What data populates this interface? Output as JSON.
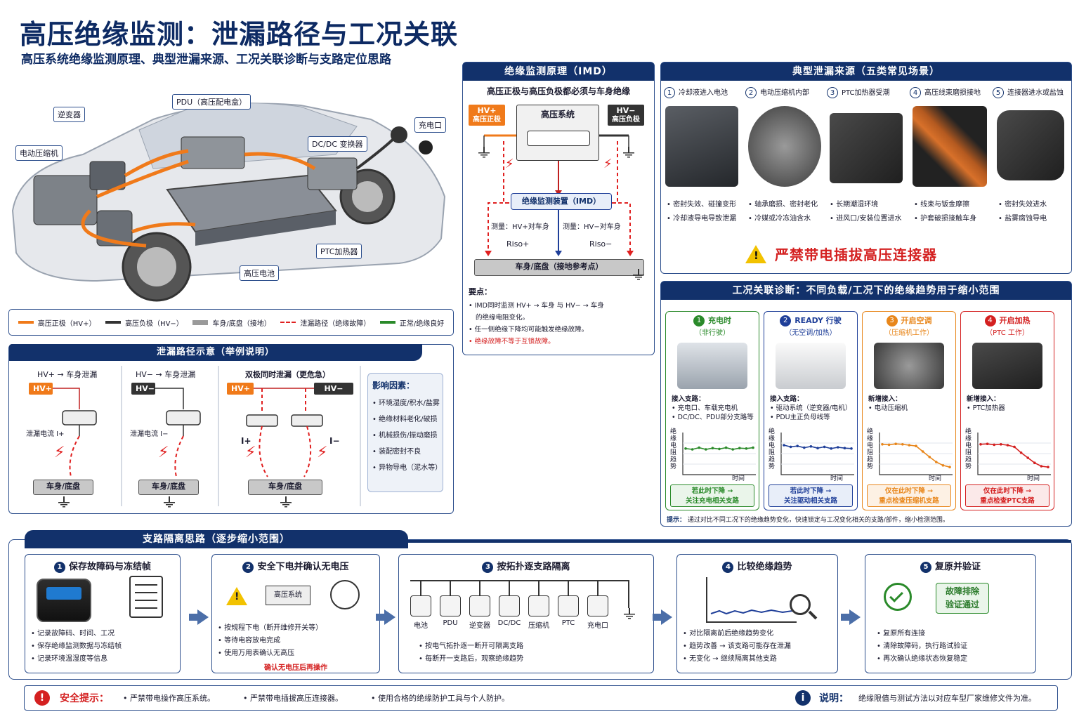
{
  "header": {
    "title": "高压绝缘监测：泄漏路径与工况关联",
    "subtitle": "高压系统绝缘监测原理、典型泄漏来源、工况关联诊断与支路定位思路"
  },
  "car": {
    "labels": {
      "pdu": "PDU（高压配电盒）",
      "inverter": "逆变器",
      "compressor": "电动压缩机",
      "dcdc": "DC/DC 变换器",
      "charge_port": "充电口",
      "ptc": "PTC加热器",
      "battery": "高压电池"
    }
  },
  "legend": [
    {
      "label": "高压正极（HV+）",
      "color": "#f07a1a"
    },
    {
      "label": "高压负极（HV−）",
      "color": "#333333"
    },
    {
      "label": "车身/底盘（接地）",
      "color": "#9a9a9a"
    },
    {
      "label": "泄漏路径（绝缘故障）",
      "color": "#e02020"
    },
    {
      "label": "正常/绝缘良好",
      "color": "#2a8a2a"
    }
  ],
  "imd": {
    "title": "绝缘监测原理（IMD）",
    "caption": "高压正极与高压负极都必须与车身绝缘",
    "hv_plus": "HV+",
    "hv_plus_sub": "高压正极",
    "hv_minus": "HV−",
    "hv_minus_sub": "高压负极",
    "system": "高压系统",
    "device": "绝缘监测装置（IMD）",
    "measure_left": "测量：HV+对车身",
    "measure_right": "测量：HV−对车身",
    "riso_plus": "Riso+",
    "riso_minus": "Riso−",
    "chassis": "车身/底盘（接地参考点）",
    "points_title": "要点：",
    "points": [
      "IMD同时监测 HV+ → 车身 与 HV− → 车身",
      "的绝缘电阻变化。",
      "任一侧绝缘下降均可能触发绝缘故障。",
      "绝缘故障不等于互锁故障。"
    ]
  },
  "sources": {
    "title": "典型泄漏来源（五类常见场景）",
    "items": [
      {
        "num": "1",
        "name": "冷却液进入电池",
        "b1": "密封失效、碰撞变形",
        "b2": "冷却液导电导致泄漏"
      },
      {
        "num": "2",
        "name": "电动压缩机内部",
        "b1": "轴承磨损、密封老化",
        "b2": "冷媒或冷冻油含水"
      },
      {
        "num": "3",
        "name": "PTC加热器受潮",
        "b1": "长期潮湿环境",
        "b2": "进风口/安装位置进水"
      },
      {
        "num": "4",
        "name": "高压线束磨损接地",
        "b1": "线束与钣金摩擦",
        "b2": "护套破损接触车身"
      },
      {
        "num": "5",
        "name": "连接器进水或盐蚀",
        "b1": "密封失效进水",
        "b2": "盐雾腐蚀导电"
      }
    ],
    "warning": "严禁带电插拔高压连接器"
  },
  "paths": {
    "title": "泄漏路径示意（举例说明）",
    "case1": {
      "title": "HV+ → 车身泄漏",
      "chip": "HV+",
      "current": "泄漏电流 I+",
      "chassis": "车身/底盘"
    },
    "case2": {
      "title": "HV− → 车身泄漏",
      "chip": "HV−",
      "current": "泄漏电流 I−",
      "chassis": "车身/底盘"
    },
    "case3": {
      "title": "双极同时泄漏（更危急）",
      "chip_plus": "HV+",
      "chip_minus": "HV−",
      "i_plus": "I+",
      "i_minus": "I−",
      "chassis": "车身/底盘"
    },
    "factors_title": "影响因素：",
    "factors": [
      "环境湿度/积水/盐雾",
      "绝缘材料老化/破损",
      "机械损伤/振动磨损",
      "装配密封不良",
      "异物导电（泥水等）"
    ]
  },
  "conditions": {
    "title": "工况关联诊断：不同负载/工况下的绝缘趋势用于缩小范围",
    "ylabel": "绝缘电阻趋势",
    "xlabel": "时间",
    "cards": [
      {
        "num": "1",
        "title": "充电时",
        "sub": "（非行驶）",
        "access_title": "接入支路：",
        "access": [
          "充电口、车载充电机",
          "DC/DC、PDU部分支路等"
        ],
        "note1": "若此时下降 →",
        "note2": "关注充电相关支路",
        "color": "#2a8a2a",
        "bg": "#eaf5ea"
      },
      {
        "num": "2",
        "title": "READY 行驶",
        "sub": "（无空调/加热）",
        "access_title": "接入支路：",
        "access": [
          "驱动系统（逆变器/电机）",
          "PDU主正负母线等"
        ],
        "note1": "若此时下降 →",
        "note2": "关注驱动相关支路",
        "color": "#1f3f99",
        "bg": "#e8eef9"
      },
      {
        "num": "3",
        "title": "开启空调",
        "sub": "（压缩机工作）",
        "access_title": "新增接入：",
        "access": [
          "电动压缩机"
        ],
        "note1": "仅在此时下降 →",
        "note2": "重点检查压缩机支路",
        "color": "#e8861a",
        "bg": "#fdf1e4"
      },
      {
        "num": "4",
        "title": "开启加热",
        "sub": "（PTC 工作）",
        "access_title": "新增接入：",
        "access": [
          "PTC加热器"
        ],
        "note1": "仅在此时下降 →",
        "note2": "重点检查PTC支路",
        "color": "#d42020",
        "bg": "#fbe9e9"
      }
    ],
    "tip_label": "提示：",
    "tip": "通过对比不同工况下的绝缘趋势变化，快速锁定与工况变化相关的支路/部件，缩小检测范围。"
  },
  "chart_data": [
    {
      "type": "line",
      "title": "充电时",
      "ylabel": "绝缘电阻趋势",
      "xlabel": "时间",
      "series": [
        {
          "values": [
            0.62,
            0.6,
            0.64,
            0.6,
            0.63,
            0.61,
            0.64,
            0.6,
            0.63,
            0.62,
            0.64
          ]
        }
      ]
    },
    {
      "type": "line",
      "title": "READY 行驶",
      "ylabel": "绝缘电阻趋势",
      "xlabel": "时间",
      "series": [
        {
          "values": [
            0.7,
            0.66,
            0.68,
            0.64,
            0.67,
            0.63,
            0.66,
            0.62,
            0.65,
            0.63,
            0.62
          ]
        }
      ]
    },
    {
      "type": "line",
      "title": "开启空调",
      "ylabel": "绝缘电阻趋势",
      "xlabel": "时间",
      "series": [
        {
          "values": [
            0.72,
            0.71,
            0.73,
            0.72,
            0.7,
            0.68,
            0.55,
            0.42,
            0.3,
            0.22,
            0.18
          ]
        }
      ]
    },
    {
      "type": "line",
      "title": "开启加热",
      "ylabel": "绝缘电阻趋势",
      "xlabel": "时间",
      "series": [
        {
          "values": [
            0.72,
            0.73,
            0.71,
            0.72,
            0.7,
            0.66,
            0.52,
            0.4,
            0.28,
            0.2,
            0.18
          ]
        }
      ]
    }
  ],
  "steps": {
    "title": "支路隔离思路（逐步缩小范围）",
    "items": [
      {
        "num": "1",
        "title": "保存故障码与冻结帧",
        "bullets": [
          "记录故障码、时间、工况",
          "保存绝缘监测数据与冻结帧",
          "记录环境温湿度等信息"
        ]
      },
      {
        "num": "2",
        "title": "安全下电并确认无电压",
        "box": "高压系统",
        "bullets": [
          "按规程下电（断开维修开关等）",
          "等待电容放电完成",
          "使用万用表确认无高压"
        ],
        "emph": "确认无电压后再操作"
      },
      {
        "num": "3",
        "title": "按拓扑逐支路隔离",
        "nodes": [
          "电池",
          "PDU",
          "逆变器",
          "DC/DC",
          "压缩机",
          "PTC",
          "充电口"
        ],
        "bullets": [
          "按电气拓扑逐一断开可隔离支路",
          "每断开一支路后，观察绝缘趋势"
        ]
      },
      {
        "num": "4",
        "title": "比较绝缘趋势",
        "bullets": [
          "对比隔离前后绝缘趋势变化",
          "趋势改善 → 该支路可能存在泄漏",
          "无变化 → 继续隔离其他支路"
        ]
      },
      {
        "num": "5",
        "title": "复原并验证",
        "badge1": "故障排除",
        "badge2": "验证通过",
        "bullets": [
          "复原所有连接",
          "清除故障码，执行路试验证",
          "再次确认绝缘状态恢复稳定"
        ]
      }
    ]
  },
  "footer": {
    "safety_label": "安全提示：",
    "safety": [
      "• 严禁带电操作高压系统。",
      "• 严禁带电插拔高压连接器。",
      "• 使用合格的绝缘防护工具与个人防护。"
    ],
    "note_label": "说明：",
    "note": "绝缘限值与测试方法以对应车型厂家维修文件为准。"
  }
}
